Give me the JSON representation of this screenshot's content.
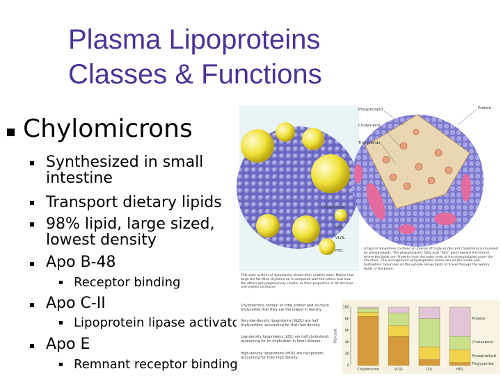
{
  "title": {
    "line1": "Plasma Lipoproteins",
    "line2": "Classes & Functions"
  },
  "heading": "Chylomicrons",
  "bullets": [
    {
      "text": "Synthesized in small intestine"
    },
    {
      "text": "Transport dietary lipids"
    },
    {
      "text": "98% lipid, large sized, lowest density"
    },
    {
      "text": "Apo B-48",
      "sub": [
        "Receptor binding"
      ]
    },
    {
      "text": "Apo C-II",
      "sub": [
        "Lipoprotein lipase activator"
      ]
    },
    {
      "text": "Apo E",
      "sub": [
        "Remnant receptor binding"
      ]
    }
  ],
  "figure": {
    "labels": {
      "phospholipid": "Phospholipid",
      "protein": "Protein",
      "cholesterol": "Cholesterol",
      "triglyceride": "Triglyceride",
      "chylomicron": "Chylomicron",
      "ldl": "LDL",
      "vldl": "VLDL",
      "hdl": "HDL"
    },
    "caption_right": "A typical lipoprotein contains an interior of triglycerides and cholesterol surrounded by phospholipids. The phospholipids' fatty acid \"tails\" point toward the interior, where the lipids are. Proteins near the outer ends of the phospholipids cover the structure. This arrangement of hydrophobic molecules on the inside and hydrophilic molecules on the outside allows lipids to travel through the watery fluids of the blood.",
    "caption_left": "This solar system of lipoproteins shows their relative sizes. Notice how large the fat-filled chylomicron is compared with the others and how the others get progressively smaller as their proportion of fat declines and protein increases.",
    "chart_caption": [
      "Chylomicrons contain so little protein and so much triglyceride that they are the lowest in density.",
      "Very-low-density lipoproteins (VLDL) are half triglycerides, accounting for their low density.",
      "Low-density lipoproteins (LDL) are half cholesterol, accounting for its implication in heart disease.",
      "High-density lipoproteins (HDL) are half protein, accounting for their high density."
    ],
    "chart_legend": [
      "Protein",
      "Cholesterol",
      "Phospholipid",
      "Triglyceride"
    ],
    "chart_colors": [
      "#e2c6d8",
      "#c9e08a",
      "#f2d24a",
      "#d59a3a"
    ],
    "chart_yaxis_title": "Percent"
  },
  "chart_data": {
    "type": "bar",
    "stacked": true,
    "categories": [
      "Chylomicron",
      "VLDL",
      "LDL",
      "HDL"
    ],
    "series": [
      {
        "name": "Triglyceride",
        "values": [
          84,
          50,
          10,
          5
        ]
      },
      {
        "name": "Phospholipid",
        "values": [
          7,
          18,
          22,
          22
        ]
      },
      {
        "name": "Cholesterol",
        "values": [
          7,
          22,
          48,
          23
        ]
      },
      {
        "name": "Protein",
        "values": [
          2,
          10,
          20,
          50
        ]
      }
    ],
    "ylim": [
      0,
      100
    ],
    "yticks": [
      0,
      20,
      40,
      60,
      80,
      100
    ],
    "ylabel": "Percent"
  }
}
